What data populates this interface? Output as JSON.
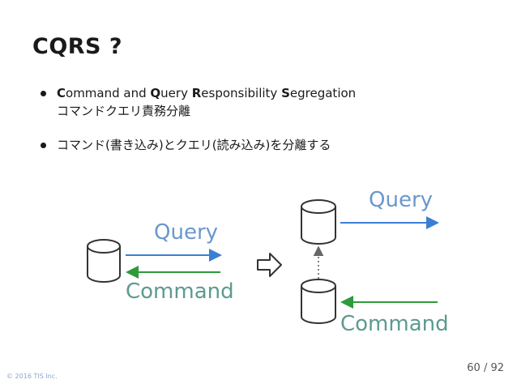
{
  "slide": {
    "title": "CQRS ?",
    "bullets": [
      {
        "parts": [
          {
            "text": "C",
            "bold": true
          },
          {
            "text": "ommand and ",
            "bold": false
          },
          {
            "text": "Q",
            "bold": true
          },
          {
            "text": "uery ",
            "bold": false
          },
          {
            "text": "R",
            "bold": true
          },
          {
            "text": "esponsibility ",
            "bold": false
          },
          {
            "text": "S",
            "bold": true
          },
          {
            "text": "egregation",
            "bold": false
          }
        ],
        "subline": "コマンドクエリ責務分離"
      },
      {
        "parts": [
          {
            "text": "コマンド(書き込み)とクエリ(読み込み)を分離する",
            "bold": false
          }
        ],
        "subline": ""
      }
    ],
    "footer": "© 2016 TIS Inc.",
    "page": "60 / 92"
  },
  "diagram": {
    "left": {
      "query_label": "Query",
      "command_label": "Command"
    },
    "right": {
      "query_label": "Query",
      "command_label": "Command"
    },
    "colors": {
      "query": "#3b7fd4",
      "command": "#2e9a3a",
      "label_query": "#6a98cc",
      "label_command": "#5d9a90"
    }
  }
}
